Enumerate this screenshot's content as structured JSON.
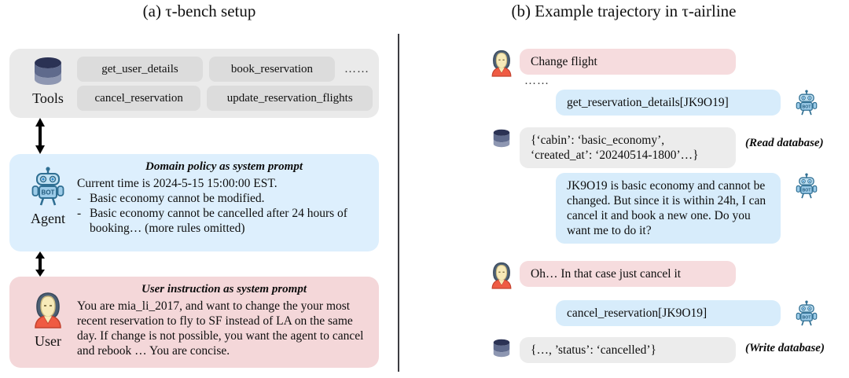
{
  "figure": {
    "panel_a_title": "(a) τ-bench setup",
    "panel_b_title": "(b) Example trajectory in τ-airline"
  },
  "colors": {
    "tools_card_bg": "#eaeaea",
    "tool_chip_bg": "#dcdcdc",
    "agent_card_bg": "#ddeffd",
    "user_card_bg": "#f4d7d9",
    "bubble_user_bg": "#f6dcde",
    "bubble_agent_bg": "#d7ecfb",
    "bubble_db_bg": "#ececec",
    "divider": "#3c3c42",
    "db_icon_top": "#2b3254",
    "db_icon_mid": "#5f6a8c",
    "db_icon_bottom": "#8e97b2",
    "bot_body": "#9ccbe8",
    "bot_outline": "#2f6f93",
    "avatar_hair": "#4c5f74",
    "avatar_face": "#f7eab8",
    "avatar_shirt": "#ef5b43"
  },
  "panel_a": {
    "tools": {
      "icon": "database-icon",
      "label": "Tools",
      "row1": [
        {
          "label": "get_user_details"
        },
        {
          "label": "book_reservation"
        }
      ],
      "row1_ellipsis": "……",
      "row2": [
        {
          "label": "cancel_reservation"
        },
        {
          "label": "update_reservation_flights"
        }
      ]
    },
    "agent": {
      "icon": "bot-icon",
      "label": "Agent",
      "heading": "Domain policy as system prompt",
      "intro": "Current time is 2024-5-15 15:00:00 EST.",
      "dash": "-",
      "rules": [
        "Basic economy cannot be modified.",
        "Basic economy cannot be cancelled after 24 hours of booking… (more rules omitted)"
      ]
    },
    "user": {
      "icon": "user-avatar-icon",
      "label": "User",
      "heading": "User instruction as system prompt",
      "text": "You are mia_li_2017, and want to change the your most recent reservation to fly to SF instead of LA on the same day. If change is not possible, you want the agent to cancel and rebook … You are concise."
    },
    "arrows": {
      "tools_agent": "double-headed-vertical-arrow",
      "agent_user": "double-headed-vertical-arrow"
    }
  },
  "panel_b": {
    "turns": [
      {
        "speaker": "user",
        "icon": "user-avatar-icon",
        "text": "Change flight",
        "note": ""
      },
      {
        "speaker": "ellipsis",
        "text": "……"
      },
      {
        "speaker": "agent",
        "icon": "bot-icon",
        "text": "get_reservation_details[JK9O19]",
        "note": ""
      },
      {
        "speaker": "database",
        "icon": "database-icon",
        "text": "{‘cabin’: ‘basic_economy’,\n‘created_at’: ‘20240514-1800’…}",
        "note": "(Read database)"
      },
      {
        "speaker": "agent",
        "icon": "bot-icon",
        "text": "JK9O19 is basic economy and cannot be changed. But since it is within 24h, I can cancel it and book a new one. Do you want me to do it?",
        "note": ""
      },
      {
        "speaker": "user",
        "icon": "user-avatar-icon",
        "text": "Oh… In that case just cancel it",
        "note": ""
      },
      {
        "speaker": "agent",
        "icon": "bot-icon",
        "text": "cancel_reservation[JK9O19]",
        "note": ""
      },
      {
        "speaker": "database",
        "icon": "database-icon",
        "text": "{…, ’status’: ‘cancelled’}",
        "note": "(Write database)"
      }
    ]
  }
}
